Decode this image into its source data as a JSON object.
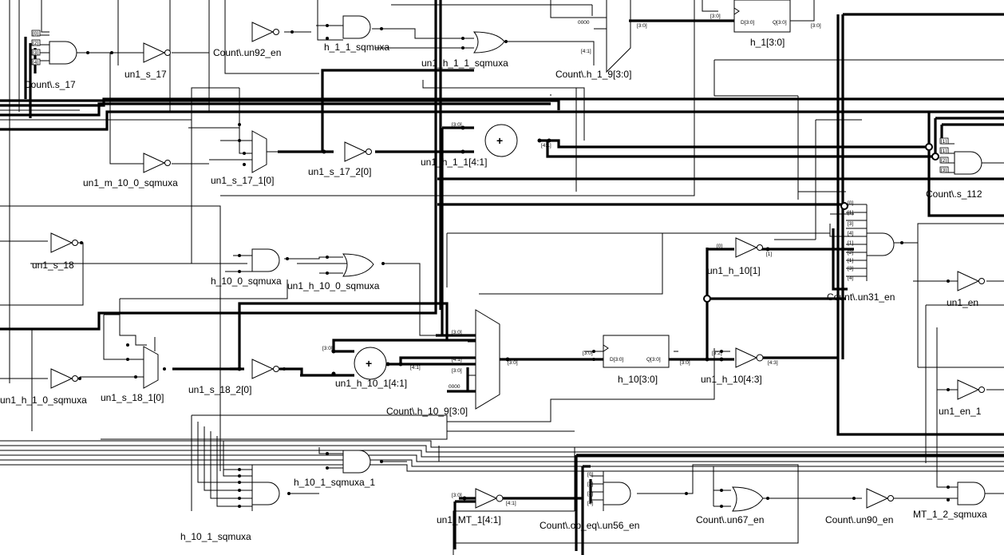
{
  "instances": {
    "count_s_17": "Count\\.s_17",
    "un1_s_17": "un1_s_17",
    "count_un92_en": "Count\\.un92_en",
    "h_1_1_sqmuxa": "h_1_1_sqmuxa",
    "un1_h_1_1_sqmuxa": "un1_h_1_1_sqmuxa",
    "count_h_1_9": "Count\\.h_1_9[3:0]",
    "h_1_reg": "h_1[3:0]",
    "un1_m_10_0_sqmuxa": "un1_m_10_0_sqmuxa",
    "un1_s_17_1": "un1_s_17_1[0]",
    "un1_s_17_2": "un1_s_17_2[0]",
    "un1_h_1_1": "un1_h_1_1[4:1]",
    "count_s_112": "Count\\.s_112",
    "un1_s_18": "un1_s_18",
    "h_10_0_sqmuxa": "h_10_0_sqmuxa",
    "un1_h_10_0_sqmuxa": "un1_h_10_0_sqmuxa",
    "un1_h_10_1_inv": "un1_h_10[1]",
    "count_un31_en": "Count\\.un31_en",
    "un1_en": "un1_en",
    "un1_h_1_0_sqmuxa": "un1_h_1_0_sqmuxa",
    "un1_s_18_1": "un1_s_18_1[0]",
    "un1_s_18_2": "un1_s_18_2[0]",
    "un1_h_10_1_add": "un1_h_10_1[4:1]",
    "count_h_10_9": "Count\\.h_10_9[3:0]",
    "h_10_reg": "h_10[3:0]",
    "un1_h_10_43": "un1_h_10[4:3]",
    "un1_en_1": "un1_en_1",
    "h_10_1_sqmuxa_1": "h_10_1_sqmuxa_1",
    "h_10_1_sqmuxa": "h_10_1_sqmuxa",
    "un1_mt_1": "un1_MT_1[4:1]",
    "count_op_eq_un56_en": "Count\\.op_eq\\.un56_en",
    "count_un67_en": "Count\\.un67_en",
    "count_un90_en": "Count\\.un90_en",
    "mt_1_2_sqmuxa": "MT_1_2_sqmuxa"
  },
  "pins": {
    "p0": "[0]",
    "p1": "[1]",
    "p2": "[2]",
    "p3": "[3]",
    "p4": "[4]",
    "r30": "[3:0]",
    "r41": "[4:1]",
    "r43": "[4:3]",
    "r32": "[3:2]",
    "zero": "0000",
    "d30": "D[3:0]",
    "q30": "Q[3:0]",
    "plus": "+"
  }
}
